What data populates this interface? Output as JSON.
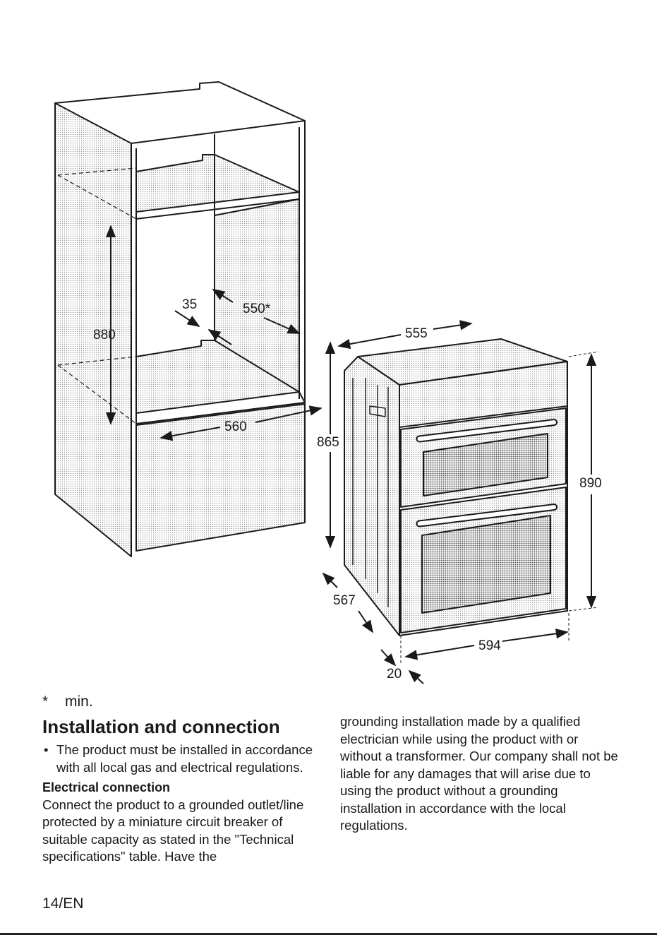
{
  "diagram": {
    "cabinet": {
      "dim_height": "880",
      "dim_gap": "35",
      "dim_depth": "550*",
      "dim_width": "560"
    },
    "oven": {
      "dim_width": "555",
      "dim_height_body": "865",
      "dim_height_total": "890",
      "dim_depth": "567",
      "dim_front_width": "594",
      "dim_panel": "20"
    }
  },
  "footnote": {
    "mark": "*",
    "text": "min."
  },
  "section": {
    "title": "Installation and connection",
    "bullets": [
      "The product must be installed in accordance with all local gas and electrical regulations."
    ],
    "subheading": "Electrical connection",
    "paragraph_left": "Connect the product to a grounded outlet/line protected by a miniature circuit breaker of suitable capacity as stated in the \"Technical specifications\" table. Have the",
    "paragraph_right": "grounding installation made by a qualified electrician while using the product with or without a transformer. Our company shall not be liable for any damages that will arise due to using the product without a grounding installation in accordance with the local regulations."
  },
  "page_number": "14/EN"
}
